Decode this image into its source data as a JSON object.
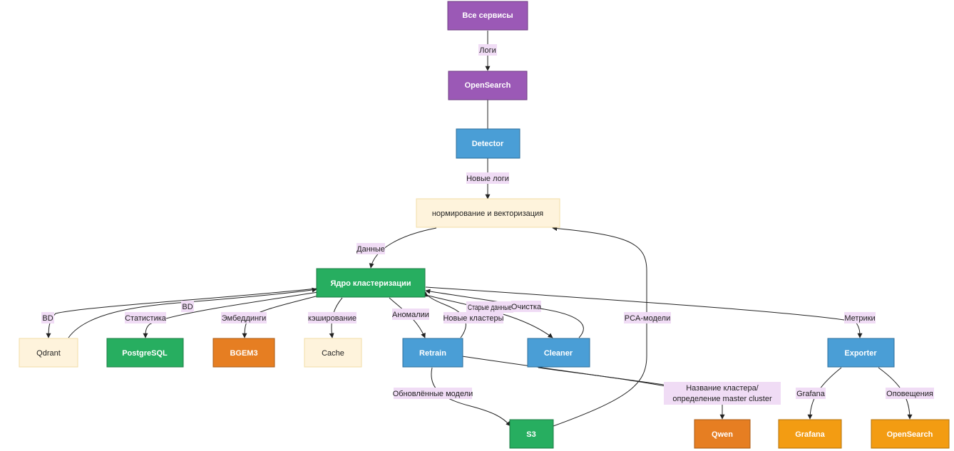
{
  "colors": {
    "purple": "#9b59b6",
    "blue": "#4a9ed6",
    "green": "#27ae60",
    "orange": "#e67e22",
    "amber": "#f39c12",
    "cream": "#fef3dc",
    "label_bg": "#f0dcf5"
  },
  "nodes": {
    "all_services": "Все сервисы",
    "opensearch_in": "OpenSearch",
    "detector": "Detector",
    "normalization": "нормирование и векторизация",
    "core": "Ядро кластеризации",
    "qdrant": "Qdrant",
    "postgresql": "PostgreSQL",
    "bgem3": "BGEM3",
    "cache": "Cache",
    "retrain": "Retrain",
    "cleaner": "Cleaner",
    "exporter": "Exporter",
    "s3": "S3",
    "qwen": "Qwen",
    "grafana": "Grafana",
    "opensearch_out": "OpenSearch"
  },
  "edges": {
    "logs": "Логи",
    "new_logs": "Новые логи",
    "data": "Данные",
    "bd_1": "BD",
    "bd_2": "BD",
    "statistics": "Статистика",
    "embeddings": "Эмбеддинги",
    "caching": "кэширование",
    "anomalies": "Аномалии",
    "new_clusters": "Новые кластеры",
    "old_data": "Старые данные",
    "cleaning": "Очистка",
    "pca_models": "PCA-модели",
    "metrics": "Метрики",
    "updated_models": "Обновлённые модели",
    "cluster_name_1": "Название кластера/",
    "cluster_name_2": "определение master cluster",
    "grafana": "Grafana",
    "alerts": "Оповещения"
  }
}
